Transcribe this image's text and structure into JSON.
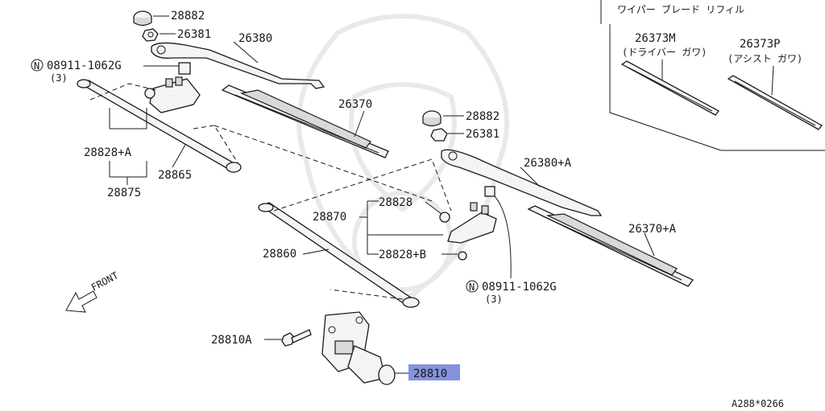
{
  "parts": {
    "p28882_top": "28882",
    "p26381_top": "26381",
    "p26380": "26380",
    "p08911_top": "08911-1062G",
    "p08911_top_qty": "(3)",
    "p26370": "26370",
    "p28828a": "28828+A",
    "p28865": "28865",
    "p28875": "28875",
    "p28882_mid": "28882",
    "p26381_mid": "26381",
    "p26380a": "26380+A",
    "p28828": "28828",
    "p28870": "28870",
    "p26370a": "26370+A",
    "p28860": "28860",
    "p28828b": "28828+B",
    "p08911_bot": "08911-1062G",
    "p08911_bot_qty": "(3)",
    "p28810a": "28810A",
    "p28810": "28810",
    "n_mark": "N"
  },
  "refill_box": {
    "title": "ワイパー ブレード リフィル",
    "driver_part": "26373M",
    "driver_note": "(ドライバー ガワ)",
    "assist_part": "26373P",
    "assist_note": "(アシスト ガワ)"
  },
  "front_label": "FRONT",
  "diagram_id": "A288*0266",
  "highlight_color": "#6f7fd6"
}
